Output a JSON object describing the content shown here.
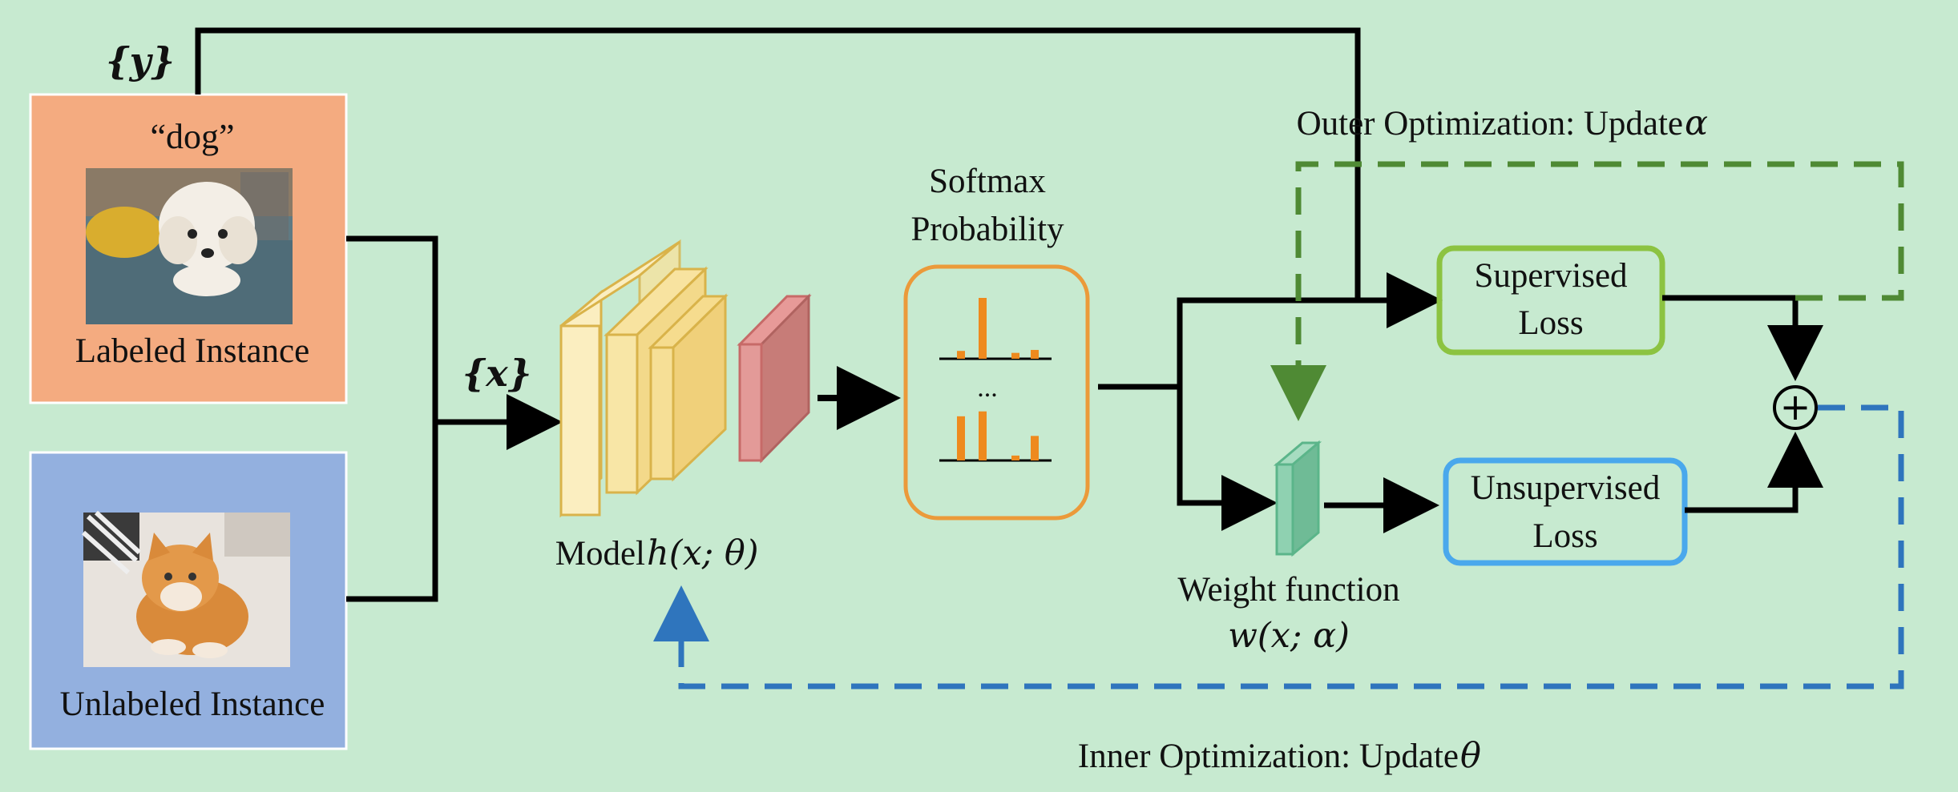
{
  "labels": {
    "y_set": "{𝒚}",
    "x_set": "{𝒙}",
    "dog_caption": "“dog”",
    "labeled_instance": "Labeled Instance",
    "unlabeled_instance": "Unlabeled Instance",
    "model_prefix": "Model ",
    "model_formula": "h(x; θ)",
    "softmax_line1": "Softmax",
    "softmax_line2": "Probability",
    "softmax_ellipsis": "...",
    "supervised_line1": "Supervised",
    "supervised_line2": "Loss",
    "unsupervised_line1": "Unsupervised",
    "unsupervised_line2": "Loss",
    "weight_line1": "Weight function",
    "weight_formula": "w(x; α)",
    "outer_opt_prefix": "Outer Optimization: Update ",
    "outer_opt_symbol": "α",
    "inner_opt_prefix": "Inner Optimization: Update ",
    "inner_opt_symbol": "θ",
    "plus_symbol": "+"
  },
  "colors": {
    "background": "#c7ead0",
    "labeled_box": "#f4ab80",
    "unlabeled_box": "#93b0df",
    "model_layers": "#f8e6a6",
    "model_layers_edge": "#d9b34a",
    "logit_layer": "#cf7d7a",
    "softmax_border": "#eb9a3a",
    "prob_bars": "#ee8a1e",
    "supervised_border": "#8cc341",
    "unsupervised_border": "#4aa8ec",
    "weight_layer": "#7fc7a3",
    "outer_dashed": "#4f8a34",
    "inner_dashed": "#2f75bd"
  },
  "softmax_distributions": [
    [
      0.08,
      0.62,
      0.0,
      0.06,
      0.09
    ],
    [
      0.45,
      0.5,
      0.0,
      0.05,
      0.25
    ]
  ],
  "images": {
    "labeled": "photo of a white dog",
    "unlabeled": "photo of an orange cat"
  }
}
